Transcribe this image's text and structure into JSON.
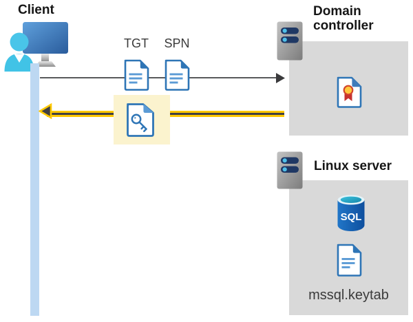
{
  "client": {
    "label": "Client"
  },
  "flow": {
    "request": {
      "tgt_label": "TGT",
      "spn_label": "SPN",
      "direction": "client-to-domain-controller"
    },
    "response": {
      "direction": "domain-controller-to-client",
      "highlighted": true
    }
  },
  "domain_controller": {
    "label": "Domain controller"
  },
  "linux_server": {
    "label": "Linux server",
    "sql_label": "SQL",
    "keytab_label": "mssql.keytab"
  },
  "icons": {
    "client": "user-workstation-icon",
    "domain_controller": "server-icon",
    "linux_server": "server-icon",
    "tgt": "document-icon",
    "spn": "document-icon",
    "service_ticket": "document-key-icon",
    "certificate": "certificate-icon",
    "database": "sql-database-icon",
    "keytab": "document-icon"
  },
  "colors": {
    "highlight_yellow": "#fbf3ce",
    "arrow_yellow": "#ffc800",
    "arrow_dark": "#414042",
    "gray_line": "#58595b",
    "gray_panel": "#d9d9d9",
    "lifeline_blue": "#bdd8f2",
    "doc_border_blue": "#2e75b6",
    "doc_line_blue": "#5b9bd5",
    "person_cyan": "#41c3e6",
    "server_bar_navy": "#1f3864",
    "server_dot_blue": "#4fbfe8",
    "sql_blue": "#1565be",
    "ribbon_red": "#c63230",
    "rosette_yellow": "#ffc83d"
  }
}
